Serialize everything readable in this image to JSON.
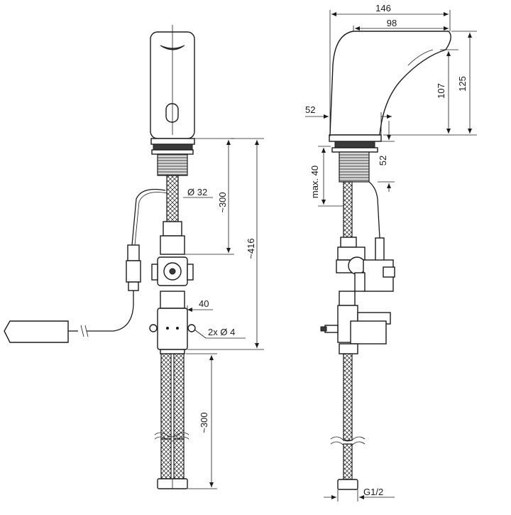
{
  "dimensions": {
    "front_diameter": "Ø 32",
    "front_hose_upper": "~300",
    "front_total_height": "~416",
    "front_valve_width": "40",
    "front_holes": "2x Ø 4",
    "front_hose_lower": "~300",
    "side_overall_length": "146",
    "side_spout_reach": "98",
    "side_base_width": "52",
    "side_spout_height": "107",
    "side_total_height": "125",
    "side_deck_max": "max. 40",
    "side_shank_52": "52",
    "side_connection": "G1/2"
  }
}
